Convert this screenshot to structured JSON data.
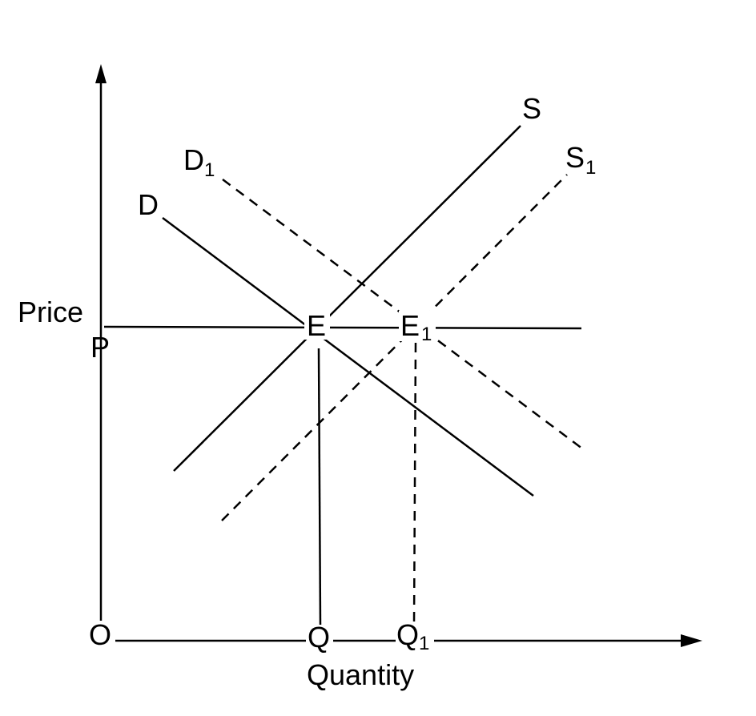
{
  "diagram": {
    "axes": {
      "y_label": "Price",
      "x_label": "Quantity",
      "origin_label": "O"
    },
    "curves": {
      "demand": {
        "label": "D",
        "sub": "",
        "style": "solid"
      },
      "supply": {
        "label": "S",
        "sub": "",
        "style": "solid"
      },
      "demand_shifted": {
        "label": "D",
        "sub": "1",
        "style": "dashed"
      },
      "supply_shifted": {
        "label": "S",
        "sub": "1",
        "style": "dashed"
      }
    },
    "points": {
      "equilibrium": {
        "label": "E",
        "sub": ""
      },
      "equilibrium_new": {
        "label": "E",
        "sub": "1"
      }
    },
    "price_level": {
      "label": "P"
    },
    "quantities": {
      "q": {
        "label": "Q",
        "sub": ""
      },
      "q1": {
        "label": "Q",
        "sub": "1"
      }
    },
    "colors": {
      "line": "#000000",
      "background": "#ffffff"
    }
  }
}
